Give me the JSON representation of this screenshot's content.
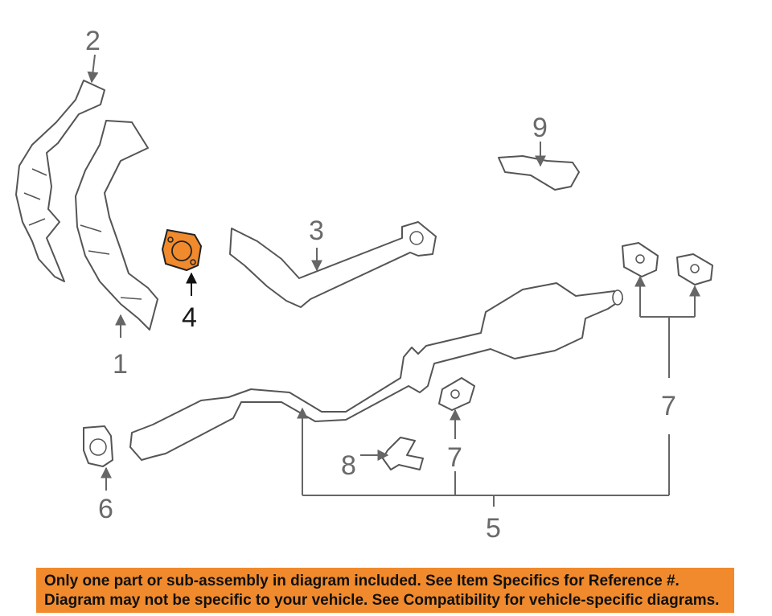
{
  "callouts": {
    "c1": "1",
    "c2": "2",
    "c3": "3",
    "c4": "4",
    "c5": "5",
    "c6": "6",
    "c7a": "7",
    "c7b": "7",
    "c8": "8",
    "c9": "9"
  },
  "highlight_color": "#f08a2c",
  "banner": {
    "line1": "Only one part or sub-assembly in diagram included. See Item Specifics for Reference #.",
    "line2": "Diagram may not be specific to your vehicle. See Compatibility for vehicle-specific diagrams."
  }
}
